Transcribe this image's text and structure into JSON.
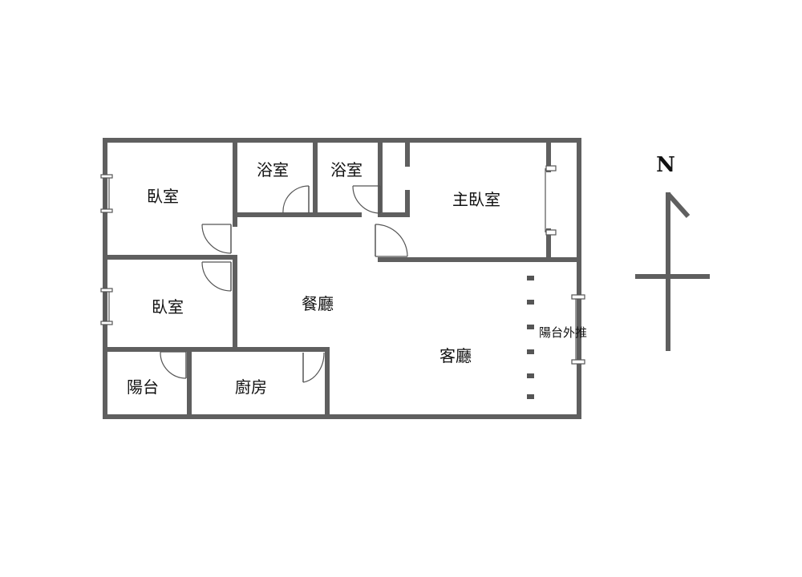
{
  "floor_plan": {
    "rooms": {
      "bedroom_1": "臥室",
      "bedroom_2": "臥室",
      "bathroom_1": "浴室",
      "bathroom_2": "浴室",
      "master_bedroom": "主臥室",
      "dining_room": "餐廳",
      "living_room": "客廳",
      "balcony": "陽台",
      "kitchen": "廚房",
      "balcony_extension": "陽台外推"
    }
  },
  "compass": {
    "label": "N",
    "direction": "north"
  },
  "colors": {
    "wall": "#5f5f5f",
    "background": "#ffffff",
    "text": "#111111"
  }
}
